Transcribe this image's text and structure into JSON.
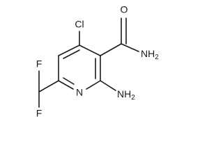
{
  "molecule": {
    "atoms": {
      "chlorine": "Cl",
      "oxygen": "O",
      "amide_amine": "NH",
      "amide_amine_subscript": "2",
      "ring_nitrogen": "N",
      "amino_amine": "NH",
      "amino_amine_subscript": "2",
      "fluorine_top": "F",
      "fluorine_bottom": "F"
    }
  }
}
